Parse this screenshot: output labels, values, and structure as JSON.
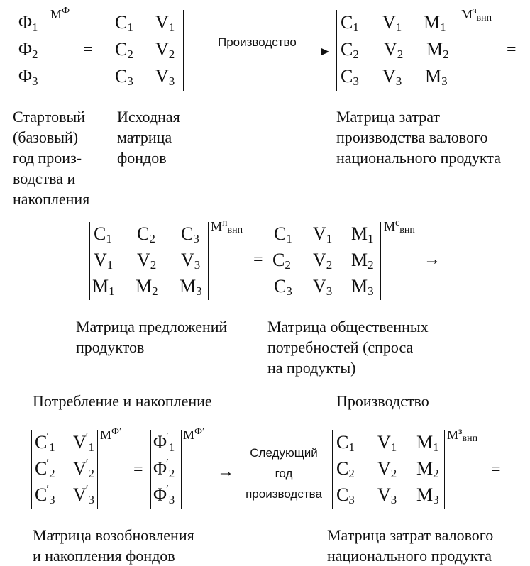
{
  "block1": {
    "m_phi": {
      "rows": [
        [
          "Φ",
          "1"
        ],
        [
          "Φ",
          "2"
        ],
        [
          "Φ",
          "3"
        ]
      ],
      "label_main": "М",
      "label_sup": "Ф"
    },
    "eq1": "=",
    "m_cv": {
      "rows": [
        [
          [
            "C",
            "1"
          ],
          [
            "V",
            "1"
          ]
        ],
        [
          [
            "C",
            "2"
          ],
          [
            "V",
            "2"
          ]
        ],
        [
          [
            "C",
            "3"
          ],
          [
            "V",
            "3"
          ]
        ]
      ]
    },
    "arrow_label": "Производство",
    "m_cvm": {
      "rows": [
        [
          [
            "C",
            "1"
          ],
          [
            "V",
            "1"
          ],
          [
            "M",
            "1"
          ]
        ],
        [
          [
            "C",
            "2"
          ],
          [
            "V",
            "2"
          ],
          [
            "M",
            "2"
          ]
        ],
        [
          [
            "C",
            "3"
          ],
          [
            "V",
            "3"
          ],
          [
            "M",
            "3"
          ]
        ]
      ],
      "label_main": "М",
      "label_sup": "з",
      "label_sub": "внп"
    },
    "eq2": "=",
    "cap_start": [
      "Стартовый",
      "(базовый)",
      "год произ-",
      "водства и",
      "накопления"
    ],
    "cap_source": [
      "Исходная",
      "матрица",
      "фондов"
    ],
    "cap_cost": [
      "Матрица затрат",
      "производства валового",
      "национального продукта"
    ]
  },
  "block2": {
    "m_offer": {
      "rows": [
        [
          [
            "C",
            "1"
          ],
          [
            "C",
            "2"
          ],
          [
            "C",
            "3"
          ]
        ],
        [
          [
            "V",
            "1"
          ],
          [
            "V",
            "2"
          ],
          [
            "V",
            "3"
          ]
        ],
        [
          [
            "M",
            "1"
          ],
          [
            "M",
            "2"
          ],
          [
            "M",
            "3"
          ]
        ]
      ],
      "label_main": "М",
      "label_sup": "п",
      "label_sub": "внп"
    },
    "eq": "=",
    "m_demand": {
      "rows": [
        [
          [
            "C",
            "1"
          ],
          [
            "V",
            "1"
          ],
          [
            "M",
            "1"
          ]
        ],
        [
          [
            "C",
            "2"
          ],
          [
            "V",
            "2"
          ],
          [
            "M",
            "2"
          ]
        ],
        [
          [
            "C",
            "3"
          ],
          [
            "V",
            "3"
          ],
          [
            "M",
            "3"
          ]
        ]
      ],
      "label_main": "М",
      "label_sup": "с",
      "label_sub": "внп"
    },
    "arrow": "→",
    "cap_offer": [
      "Матрица предложений",
      "продуктов"
    ],
    "cap_demand": [
      "Матрица общественных",
      "потребностей (спроса",
      "на продукты)"
    ]
  },
  "block3": {
    "heading_left": "Потребление и накопление",
    "heading_right": "Производство",
    "m_renew": {
      "rows": [
        [
          [
            "C",
            "1"
          ],
          [
            "V",
            "1"
          ]
        ],
        [
          [
            "C",
            "2"
          ],
          [
            "V",
            "2"
          ]
        ],
        [
          [
            "C",
            "3"
          ],
          [
            "V",
            "3"
          ]
        ]
      ],
      "prime": "′",
      "label_main": "М",
      "label_sup": "Ф′"
    },
    "eq1": "=",
    "m_phi2": {
      "rows": [
        [
          "Φ",
          "1"
        ],
        [
          "Φ",
          "2"
        ],
        [
          "Φ",
          "3"
        ]
      ],
      "prime": "′",
      "label_main": "М",
      "label_sup": "Ф′"
    },
    "arrow": "→",
    "next_year": [
      "Следующий",
      "год",
      "производства"
    ],
    "m_cvm2": {
      "rows": [
        [
          [
            "C",
            "1"
          ],
          [
            "V",
            "1"
          ],
          [
            "M",
            "1"
          ]
        ],
        [
          [
            "C",
            "2"
          ],
          [
            "V",
            "2"
          ],
          [
            "M",
            "2"
          ]
        ],
        [
          [
            "C",
            "3"
          ],
          [
            "V",
            "3"
          ],
          [
            "M",
            "3"
          ]
        ]
      ],
      "label_main": "М",
      "label_sup": "з",
      "label_sub": "внп"
    },
    "eq2": "=",
    "cap_renew": [
      "Матрица возобновления",
      "и накопления фондов"
    ],
    "cap_cost2": [
      "Матрица затрат валового",
      "национального продукта"
    ]
  }
}
